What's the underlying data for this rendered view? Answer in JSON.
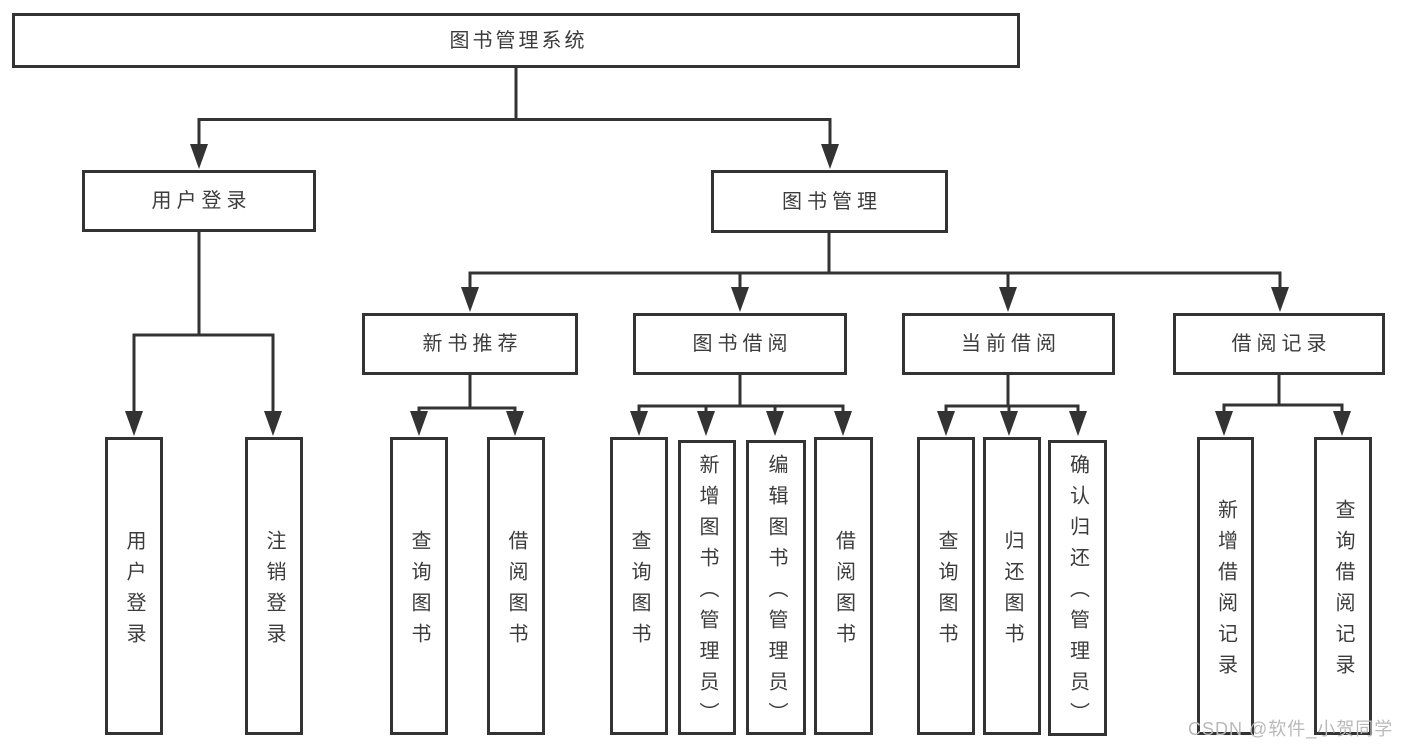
{
  "colors": {
    "line": "#333333",
    "text": "#3c3c3c",
    "box_bg": "#ffffff",
    "watermark": "#b9b9b9",
    "page_bg": "#ffffff"
  },
  "watermark": {
    "text": "CSDN @软件_小贺同学"
  },
  "tree": {
    "label": "图书管理系统",
    "children": [
      {
        "label": "用户登录",
        "children": [
          {
            "label": "用户登录"
          },
          {
            "label": "注销登录"
          }
        ]
      },
      {
        "label": "图书管理",
        "children": [
          {
            "label": "新书推荐",
            "children": [
              {
                "label": "查询图书"
              },
              {
                "label": "借阅图书"
              }
            ]
          },
          {
            "label": "图书借阅",
            "children": [
              {
                "label": "查询图书"
              },
              {
                "label": "新增图书（管理员）"
              },
              {
                "label": "编辑图书（管理员）"
              },
              {
                "label": "借阅图书"
              }
            ]
          },
          {
            "label": "当前借阅",
            "children": [
              {
                "label": "查询图书"
              },
              {
                "label": "归还图书"
              },
              {
                "label": "确认归还（管理员）"
              }
            ]
          },
          {
            "label": "借阅记录",
            "children": [
              {
                "label": "新增借阅记录"
              },
              {
                "label": "查询借阅记录"
              }
            ]
          }
        ]
      }
    ]
  }
}
